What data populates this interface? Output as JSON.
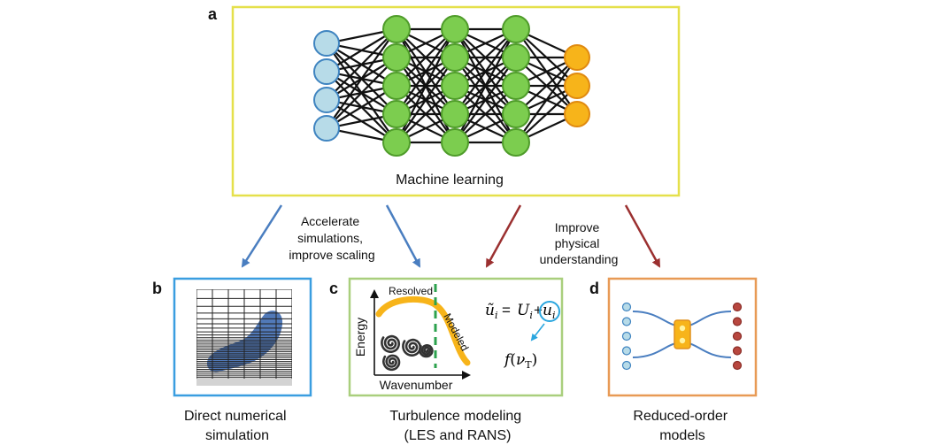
{
  "panel_a": {
    "letter": "a",
    "caption": "Machine learning",
    "network_layers": [
      4,
      5,
      5,
      5,
      3
    ],
    "colors": {
      "input": "#b7dbe8",
      "hidden": "#7ccd4f",
      "output": "#f7b41a",
      "border": "#e5e04b"
    }
  },
  "arrows": {
    "blue_label": [
      "Accelerate",
      "simulations,",
      "improve scaling"
    ],
    "red_label": [
      "Improve",
      "physical",
      "understanding"
    ],
    "blue_color": "#4a7ec0",
    "red_color": "#9b3030"
  },
  "panel_b": {
    "letter": "b",
    "caption": [
      "Direct numerical",
      "simulation"
    ],
    "border_color": "#3a9ee0"
  },
  "panel_c": {
    "letter": "c",
    "caption": [
      "Turbulence modeling",
      "(LES and RANS)"
    ],
    "border_color": "#a9cf7d",
    "y_axis_label": "Energy",
    "x_axis_label": "Wavenumber",
    "resolved_label": "Resolved",
    "modeled_label": "Modeled",
    "equation": {
      "lhs": "ũ",
      "lhs_sub": "i",
      "eq": "=",
      "U": "U",
      "U_sub": "i",
      "plus": "+",
      "u": "u",
      "u_sub": "i",
      "f_of": "f",
      "nu": "ν",
      "nu_sub": "T"
    }
  },
  "panel_d": {
    "letter": "d",
    "caption": [
      "Reduced-order",
      "models"
    ],
    "border_color": "#e89a55"
  }
}
